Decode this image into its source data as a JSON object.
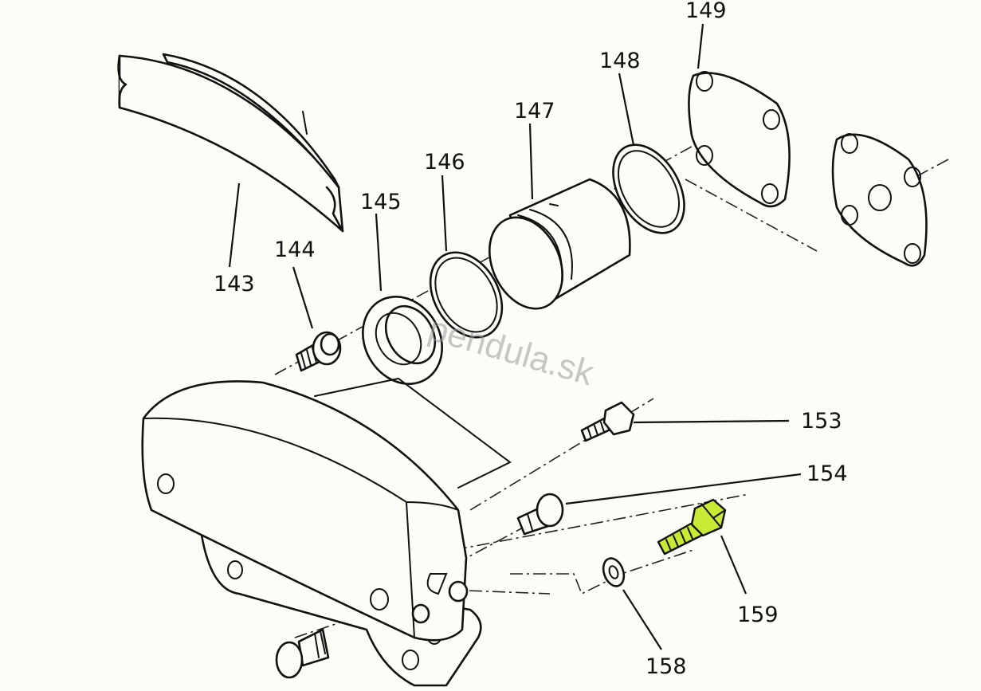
{
  "watermark": "pendula.sk",
  "labels": {
    "p143": "143",
    "p144": "144",
    "p145": "145",
    "p146": "146",
    "p147": "147",
    "p148": "148",
    "p149": "149",
    "p153": "153",
    "p154": "154",
    "p158": "158",
    "p159": "159"
  },
  "highlight_color": "#c8ea35"
}
